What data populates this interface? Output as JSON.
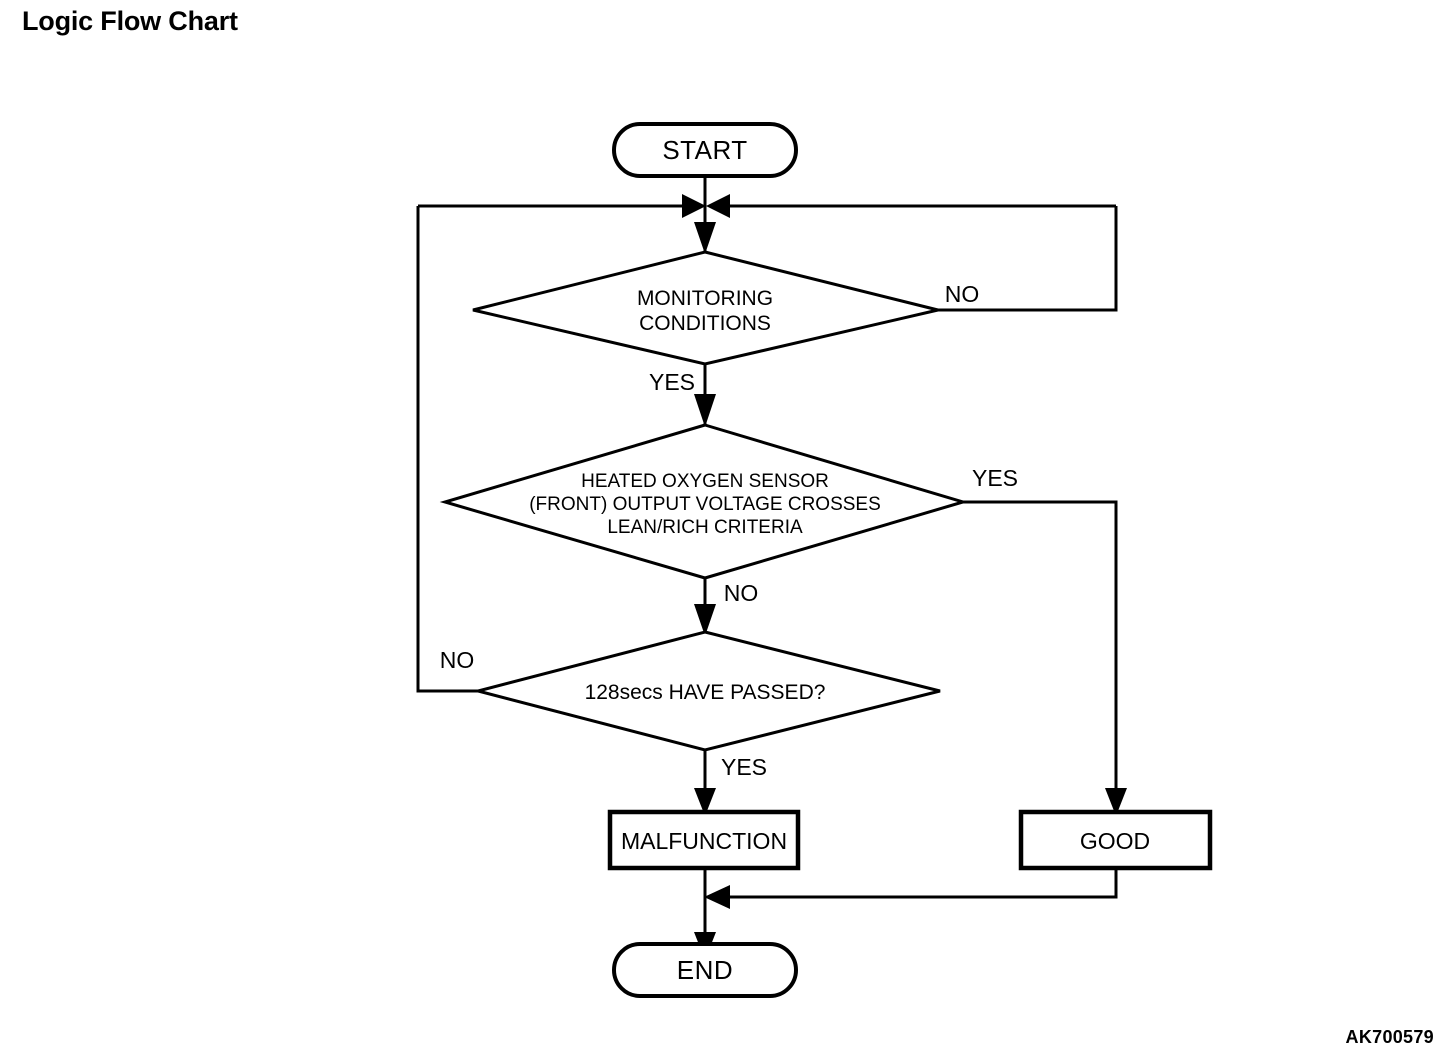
{
  "document": {
    "title": "Logic Flow Chart",
    "watermark": "AK700579"
  },
  "chart_data": {
    "type": "flowchart",
    "title": "Logic Flow Chart",
    "nodes": [
      {
        "id": "start",
        "shape": "terminal",
        "label": "START"
      },
      {
        "id": "monitoring",
        "shape": "decision",
        "label": "MONITORING CONDITIONS",
        "lines": [
          "MONITORING",
          "CONDITIONS"
        ]
      },
      {
        "id": "o2sensor",
        "shape": "decision",
        "label": "HEATED OXYGEN SENSOR (FRONT) OUTPUT VOLTAGE CROSSES LEAN/RICH CRITERIA",
        "lines": [
          "HEATED OXYGEN SENSOR",
          "(FRONT) OUTPUT VOLTAGE CROSSES",
          "LEAN/RICH CRITERIA"
        ]
      },
      {
        "id": "timer",
        "shape": "decision",
        "label": "128secs HAVE PASSED?",
        "lines": [
          "128secs HAVE PASSED?"
        ]
      },
      {
        "id": "malfunction",
        "shape": "process",
        "label": "MALFUNCTION"
      },
      {
        "id": "good",
        "shape": "process",
        "label": "GOOD"
      },
      {
        "id": "end",
        "shape": "terminal",
        "label": "END"
      }
    ],
    "edges": [
      {
        "from": "start",
        "to": "monitoring",
        "label": ""
      },
      {
        "from": "monitoring",
        "to": "o2sensor",
        "label": "YES"
      },
      {
        "from": "monitoring",
        "to": "monitoring",
        "label": "NO"
      },
      {
        "from": "o2sensor",
        "to": "good",
        "label": "YES"
      },
      {
        "from": "o2sensor",
        "to": "timer",
        "label": "NO"
      },
      {
        "from": "timer",
        "to": "monitoring",
        "label": "NO"
      },
      {
        "from": "timer",
        "to": "malfunction",
        "label": "YES"
      },
      {
        "from": "malfunction",
        "to": "end",
        "label": ""
      },
      {
        "from": "good",
        "to": "end",
        "label": ""
      }
    ]
  },
  "labels": {
    "start": "START",
    "end": "END",
    "monitoring_line1": "MONITORING",
    "monitoring_line2": "CONDITIONS",
    "o2_line1": "HEATED OXYGEN SENSOR",
    "o2_line2": "(FRONT) OUTPUT VOLTAGE CROSSES",
    "o2_line3": "LEAN/RICH CRITERIA",
    "timer": "128secs HAVE PASSED?",
    "malfunction": "MALFUNCTION",
    "good": "GOOD",
    "monitoring_no": "NO",
    "monitoring_yes": "YES",
    "o2_yes": "YES",
    "o2_no": "NO",
    "timer_no": "NO",
    "timer_yes": "YES"
  }
}
